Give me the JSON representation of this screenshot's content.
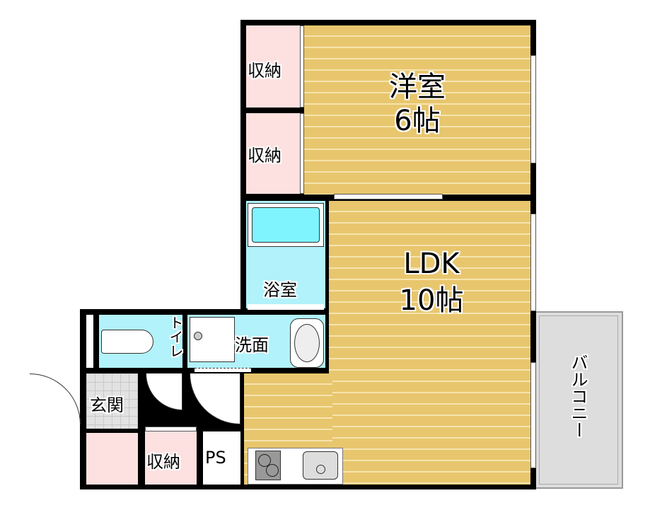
{
  "rooms": {
    "western_room": {
      "name": "洋室",
      "size": "6帖"
    },
    "ldk": {
      "name": "LDK",
      "size": "10帖"
    },
    "closet_top": "収納",
    "closet_middle": "収納",
    "closet_bottom": "収納",
    "bathroom": "浴室",
    "washroom": "洗面",
    "toilet": "トイレ",
    "entrance": "玄関",
    "pipe_space": "PS",
    "balcony": "バルコニー"
  },
  "colors": {
    "wood": "#e8c66e",
    "storage": "#fde0e0",
    "wet_area": "#b2f2fa",
    "tub": "#7ff4ff",
    "balcony": "#dddddd"
  }
}
